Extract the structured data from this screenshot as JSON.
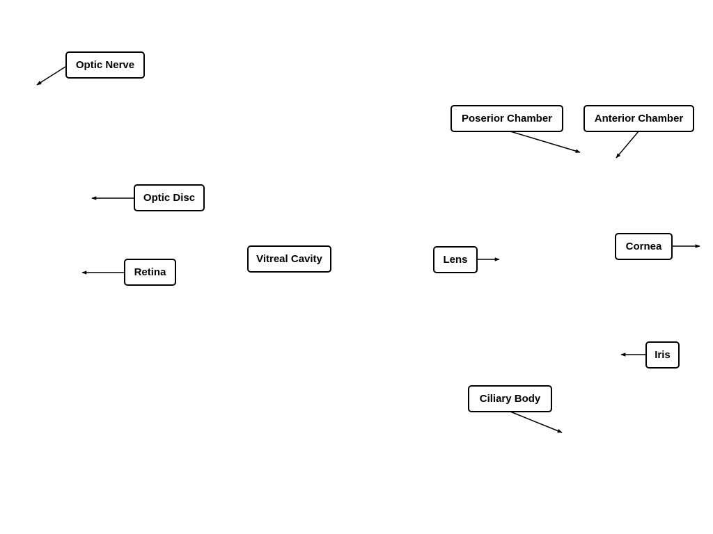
{
  "diagram": {
    "labels": {
      "optic_nerve": "Optic Nerve",
      "posterior_chamber": "Poserior Chamber",
      "anterior_chamber": "Anterior Chamber",
      "optic_disc": "Optic Disc",
      "vitreal_cavity": "Vitreal Cavity",
      "lens": "Lens",
      "cornea": "Cornea",
      "retina": "Retina",
      "iris": "Iris",
      "ciliary_body": "Ciliary Body"
    },
    "colors": {
      "stroke": "#000000",
      "background": "#ffffff"
    }
  }
}
